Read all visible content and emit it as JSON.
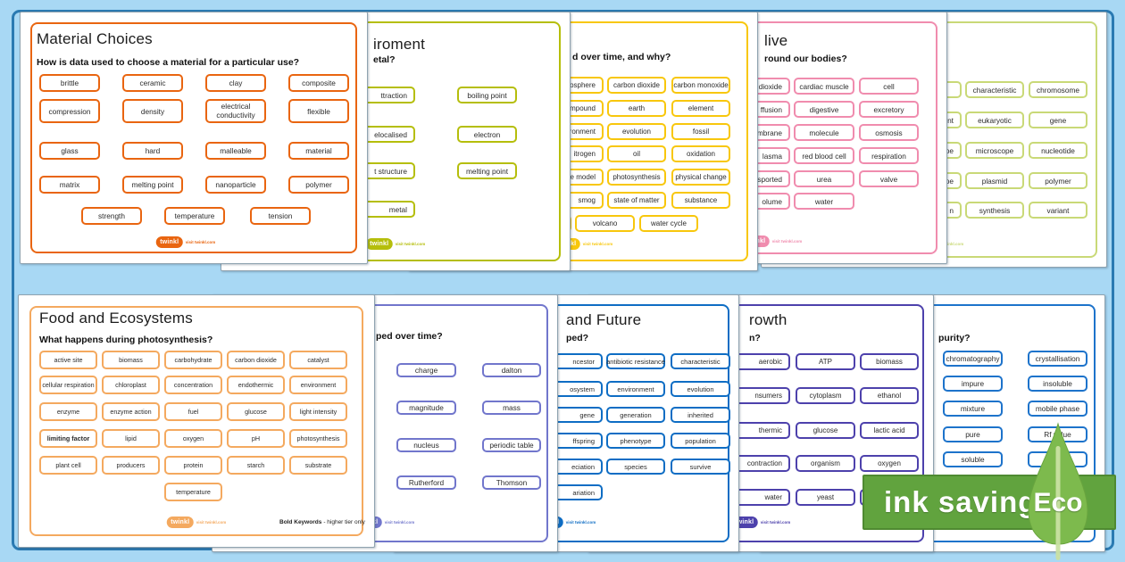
{
  "branding": {
    "logo_text": "twinkl",
    "logo_tagline": "visit twinkl.com"
  },
  "eco_badge": {
    "band_label": "ink saving",
    "leaf_label": "Eco"
  },
  "pages": [
    {
      "id": "t1",
      "title": "Material Choices",
      "question": "How is data used to choose a material for a particular use?",
      "accent": "#E96510",
      "card_rows": [
        [
          "brittle",
          "ceramic",
          "clay",
          "composite"
        ],
        [
          "compression",
          "density",
          "electrical conductivity",
          "flexible"
        ],
        [
          "glass",
          "hard",
          "malleable",
          "material"
        ],
        [
          "matrix",
          "melting point",
          "nanoparticle",
          "polymer"
        ],
        [
          "strength",
          "temperature",
          "tension"
        ]
      ]
    },
    {
      "id": "t2",
      "title": "iroment",
      "question": "etal?",
      "accent": "#B5BE0B",
      "card_rows": [
        [
          "ttraction",
          "boiling point"
        ],
        [
          "elocalised",
          "electron"
        ],
        [
          "t structure",
          "melting point"
        ],
        [
          "metal"
        ]
      ]
    },
    {
      "id": "t3",
      "question": "d over time, and why?",
      "accent": "#F8C70C",
      "card_rows": [
        [
          "mosphere",
          "carbon dioxide",
          "carbon monoxide"
        ],
        [
          "mpound",
          "earth",
          "element"
        ],
        [
          "vironment",
          "evolution",
          "fossil"
        ],
        [
          "itrogen",
          "oil",
          "oxidation"
        ],
        [
          "ticle model",
          "photosynthesis",
          "physical change"
        ],
        [
          "smog",
          "state of matter",
          "substance"
        ],
        [
          "",
          "volcano",
          "water cycle"
        ]
      ]
    },
    {
      "id": "t4",
      "title": "live",
      "question": "round our bodies?",
      "accent": "#F08CAE",
      "card_rows": [
        [
          "n dioxide",
          "cardiac muscle",
          "cell"
        ],
        [
          "ffusion",
          "digestive",
          "excretory"
        ],
        [
          "mbrane",
          "molecule",
          "osmosis"
        ],
        [
          "lasma",
          "red blood cell",
          "respiration"
        ],
        [
          "nsported",
          "urea",
          "valve"
        ],
        [
          "olume",
          "water"
        ]
      ]
    },
    {
      "id": "t5",
      "accent": "#C9D977",
      "card_rows": [
        [
          "",
          "characteristic",
          "chromosome"
        ],
        [
          "ent",
          "eukaryotic",
          "gene"
        ],
        [
          "pe",
          "microscope",
          "nucleotide"
        ],
        [
          "pe",
          "plasmid",
          "polymer"
        ],
        [
          "n",
          "synthesis",
          "variant"
        ]
      ]
    },
    {
      "id": "b1",
      "title": "Food and Ecosystems",
      "question": "What happens during photosynthesis?",
      "accent": "#F4A95F",
      "footer_note": {
        "bold": "Bold Keywords",
        "rest": "- higher tier only"
      },
      "bold_keywords": [
        "limiting factor"
      ],
      "card_rows": [
        [
          "active site",
          "biomass",
          "carbohydrate",
          "carbon dioxide",
          "catalyst"
        ],
        [
          "cellular respiration",
          "chloroplast",
          "concentration",
          "endothermic",
          "environment"
        ],
        [
          "enzyme",
          "enzyme action",
          "fuel",
          "glucose",
          "light intensity"
        ],
        [
          "limiting factor",
          "lipid",
          "oxygen",
          "pH",
          "photosynthesis"
        ],
        [
          "plant cell",
          "producers",
          "protein",
          "starch",
          "substrate"
        ],
        [
          "temperature"
        ]
      ]
    },
    {
      "id": "b2",
      "question": "ped over time?",
      "accent": "#7176CC",
      "card_rows": [
        [
          "charge",
          "dalton"
        ],
        [
          "magnitude",
          "mass"
        ],
        [
          "nucleus",
          "periodic table"
        ],
        [
          "Rutherford",
          "Thomson"
        ]
      ]
    },
    {
      "id": "b3",
      "title": "and Future",
      "question": "ped?",
      "accent": "#0E6DC4",
      "card_rows": [
        [
          "ncestor",
          "antibiotic resistance",
          "characteristic"
        ],
        [
          "osystem",
          "environment",
          "evolution"
        ],
        [
          "gene",
          "generation",
          "inherited"
        ],
        [
          "ffspring",
          "phenotype",
          "population"
        ],
        [
          "eciation",
          "species",
          "survive"
        ],
        [
          "ariation"
        ]
      ]
    },
    {
      "id": "b4",
      "title": "rowth",
      "question": "n?",
      "accent": "#4D41AC",
      "card_rows": [
        [
          "aerobic",
          "ATP",
          "biomass"
        ],
        [
          "nsumers",
          "cytoplasm",
          "ethanol"
        ],
        [
          "thermic",
          "glucose",
          "lactic acid"
        ],
        [
          "contraction",
          "organism",
          "oxygen"
        ],
        [
          "water",
          "yeast",
          ""
        ]
      ]
    },
    {
      "id": "b5",
      "question": "purity?",
      "accent": "#1D73CB",
      "card_rows": [
        [
          "chromatography",
          "crystallisation"
        ],
        [
          "impure",
          "insoluble"
        ],
        [
          "mixture",
          "mobile phase"
        ],
        [
          "pure",
          "Rf value"
        ],
        [
          "soluble",
          ""
        ]
      ]
    }
  ]
}
